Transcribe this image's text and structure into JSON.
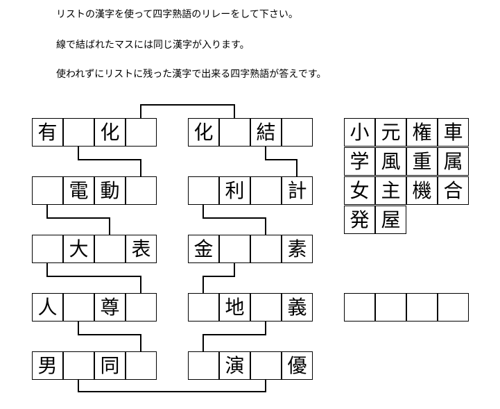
{
  "instructions": [
    "リストの漢字を使って四字熟語のリレーをして下さい。",
    "線で結ばれたマスには同じ漢字が入ります。",
    "使われずにリストに残った漢字で出来る四字熟語が答えです。"
  ],
  "grid_left": [
    [
      "有",
      "",
      "化",
      ""
    ],
    [
      "",
      "電",
      "動",
      ""
    ],
    [
      "",
      "大",
      "",
      "表"
    ],
    [
      "人",
      "",
      "尊",
      ""
    ],
    [
      "男",
      "",
      "同",
      ""
    ]
  ],
  "grid_right": [
    [
      "化",
      "",
      "結",
      ""
    ],
    [
      "",
      "利",
      "",
      "計"
    ],
    [
      "金",
      "",
      "",
      "素"
    ],
    [
      "",
      "地",
      "",
      "義"
    ],
    [
      "",
      "演",
      "",
      "優"
    ]
  ],
  "kanji_list": [
    [
      "小",
      "元",
      "権",
      "車"
    ],
    [
      "学",
      "風",
      "重",
      "属"
    ],
    [
      "女",
      "主",
      "機",
      "合"
    ],
    [
      "発",
      "屋"
    ]
  ],
  "answer_cells": [
    "",
    "",
    "",
    ""
  ]
}
